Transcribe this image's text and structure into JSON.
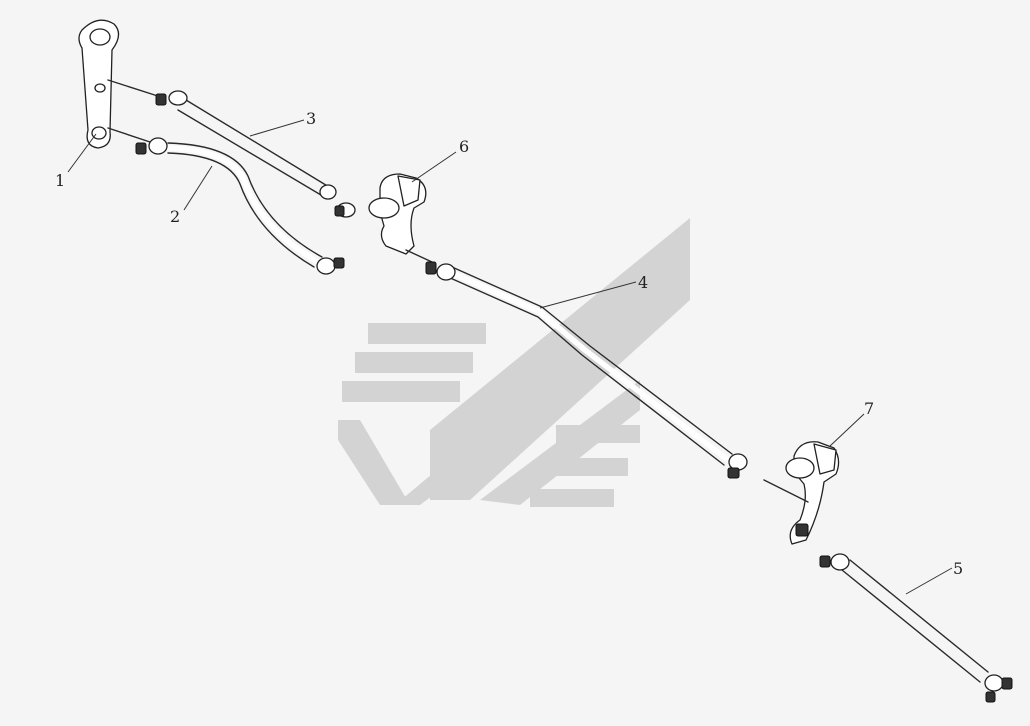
{
  "diagram": {
    "callouts": [
      {
        "id": "1",
        "label": "1"
      },
      {
        "id": "2",
        "label": "2"
      },
      {
        "id": "3",
        "label": "3"
      },
      {
        "id": "4",
        "label": "4"
      },
      {
        "id": "5",
        "label": "5"
      },
      {
        "id": "6",
        "label": "6"
      },
      {
        "id": "7",
        "label": "7"
      }
    ],
    "colors": {
      "background": "#f5f5f5",
      "line": "#2a2a2a",
      "watermark": "#d3d3d3"
    }
  }
}
